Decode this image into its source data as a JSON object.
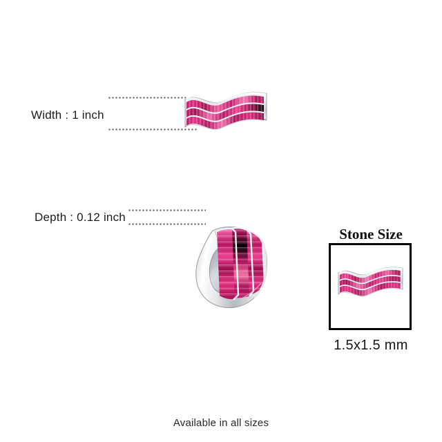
{
  "page": {
    "background_color": "#ffffff",
    "product": "gemstone wave ring",
    "metal_color": "#d9dde1",
    "stone_color": "#d6176e",
    "stone_color_light": "#f06aa8",
    "stone_color_dark": "#9c0f4e"
  },
  "measurements": {
    "width": {
      "label": "Width : 1 inch",
      "leader_lines": 2
    },
    "depth": {
      "label": "Depth : 0.12 inch",
      "leader_lines": 2
    }
  },
  "stone_size": {
    "title": "Stone Size",
    "value": "1.5x1.5 mm",
    "box_border_color": "#000000"
  },
  "footer": {
    "availability": "Available in all sizes"
  },
  "images": {
    "ring_front_view": "wave-ring-front-view",
    "ring_angled_view": "wave-ring-angled-view",
    "ring_stone_detail": "wave-ring-stone-detail"
  }
}
